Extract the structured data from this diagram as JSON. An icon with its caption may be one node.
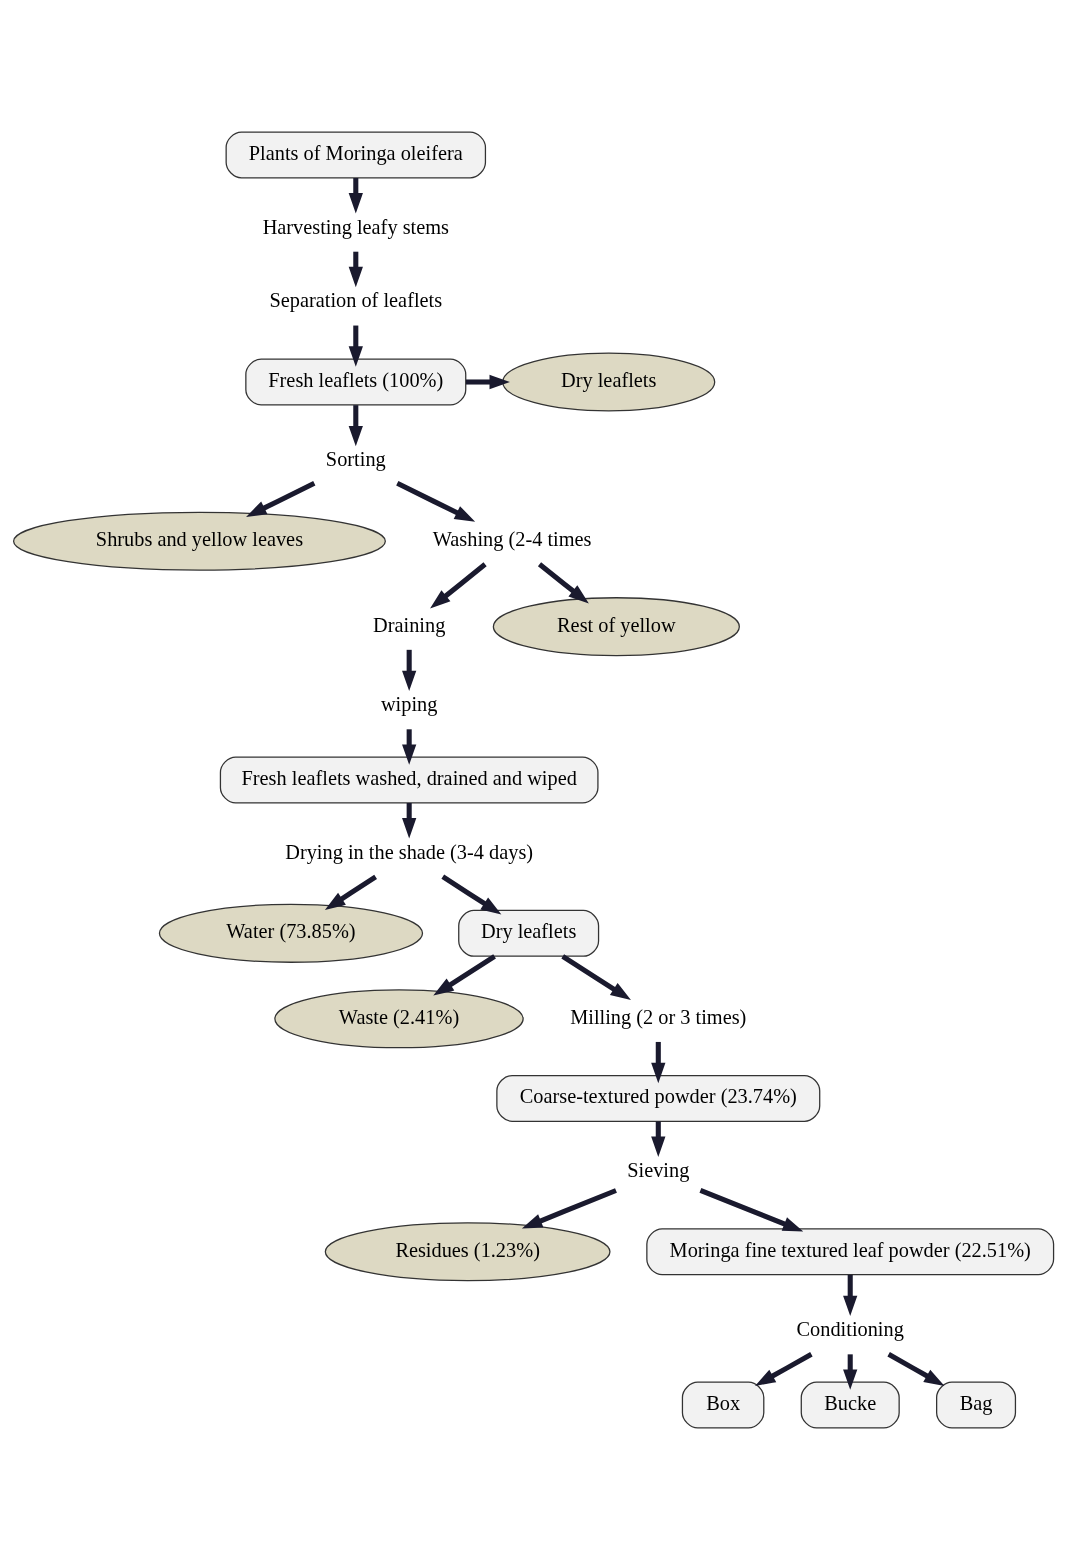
{
  "diagram": {
    "nodes": [
      {
        "text": [
          "Plants of Moringa oleifera"
        ]
      },
      {
        "text": [
          "Harvesting leafy stems"
        ]
      },
      {
        "text": [
          "Separation of leaflets"
        ]
      },
      {
        "text": [
          "Fresh leaflets (100%)"
        ]
      },
      {
        "text": [
          "Dry leaflets"
        ]
      },
      {
        "text": [
          "Sorting"
        ]
      },
      {
        "text": [
          "Shrubs and yellow leaves"
        ]
      },
      {
        "text": [
          "Washing (2-4 times"
        ]
      },
      {
        "text": [
          "Draining"
        ]
      },
      {
        "text": [
          "Rest of yellow"
        ]
      },
      {
        "text": [
          "wiping"
        ]
      },
      {
        "text": [
          "Fresh leaflets washed, drained and wiped"
        ]
      },
      {
        "text": [
          "Drying in the shade (3-4 days)"
        ]
      },
      {
        "text": [
          "Water (73.85%)"
        ]
      },
      {
        "text": [
          "Dry leaflets"
        ]
      },
      {
        "text": [
          "Waste (2.41%)"
        ]
      },
      {
        "text": [
          "Milling (2 or 3 times)"
        ]
      },
      {
        "text": [
          "Coarse-textured powder (23.74%)"
        ]
      },
      {
        "text": [
          "Sieving"
        ]
      },
      {
        "text": [
          "Residues (1.23%)"
        ]
      },
      {
        "text": [
          "Moringa fine textured leaf powder (22.51%)"
        ]
      },
      {
        "text": [
          "Conditioning"
        ]
      },
      {
        "text": [
          "Box"
        ]
      },
      {
        "text": [
          "Bucke"
        ]
      },
      {
        "text": [
          "Bag"
        ]
      }
    ],
    "edges": [
      {
        "from": 0,
        "to": 1,
        "arrow": "to"
      },
      {
        "from": 1,
        "to": 2,
        "arrow": "to"
      },
      {
        "from": 2,
        "to": 3,
        "arrow": "to"
      },
      {
        "from": 3,
        "to": 4,
        "arrow": "to"
      },
      {
        "from": 3,
        "to": 5,
        "arrow": "to"
      },
      {
        "from": 5,
        "to": 7,
        "arrow": "to"
      },
      {
        "from": 5,
        "to": 6,
        "arrow": "to"
      },
      {
        "from": 7,
        "to": 8,
        "arrow": "to"
      },
      {
        "from": 7,
        "to": 9,
        "arrow": "to"
      },
      {
        "from": 8,
        "to": 10,
        "arrow": "to"
      },
      {
        "from": 10,
        "to": 11,
        "arrow": "to"
      },
      {
        "from": 11,
        "to": 12,
        "arrow": "to"
      },
      {
        "from": 12,
        "to": 14,
        "arrow": "to"
      },
      {
        "from": 12,
        "to": 13,
        "arrow": "to"
      },
      {
        "from": 14,
        "to": 16,
        "arrow": "to"
      },
      {
        "from": 14,
        "to": 15,
        "arrow": "to"
      },
      {
        "from": 16,
        "to": 17,
        "arrow": "to"
      },
      {
        "from": 17,
        "to": 18,
        "arrow": "to"
      },
      {
        "from": 18,
        "to": 20,
        "arrow": "to"
      },
      {
        "from": 18,
        "to": 19,
        "arrow": "to"
      },
      {
        "from": 20,
        "to": 21,
        "arrow": "to"
      },
      {
        "from": 21,
        "to": 22,
        "arrow": "to"
      },
      {
        "from": 21,
        "to": 23,
        "arrow": "to"
      },
      {
        "from": 21,
        "to": 24,
        "arrow": "to"
      }
    ]
  }
}
